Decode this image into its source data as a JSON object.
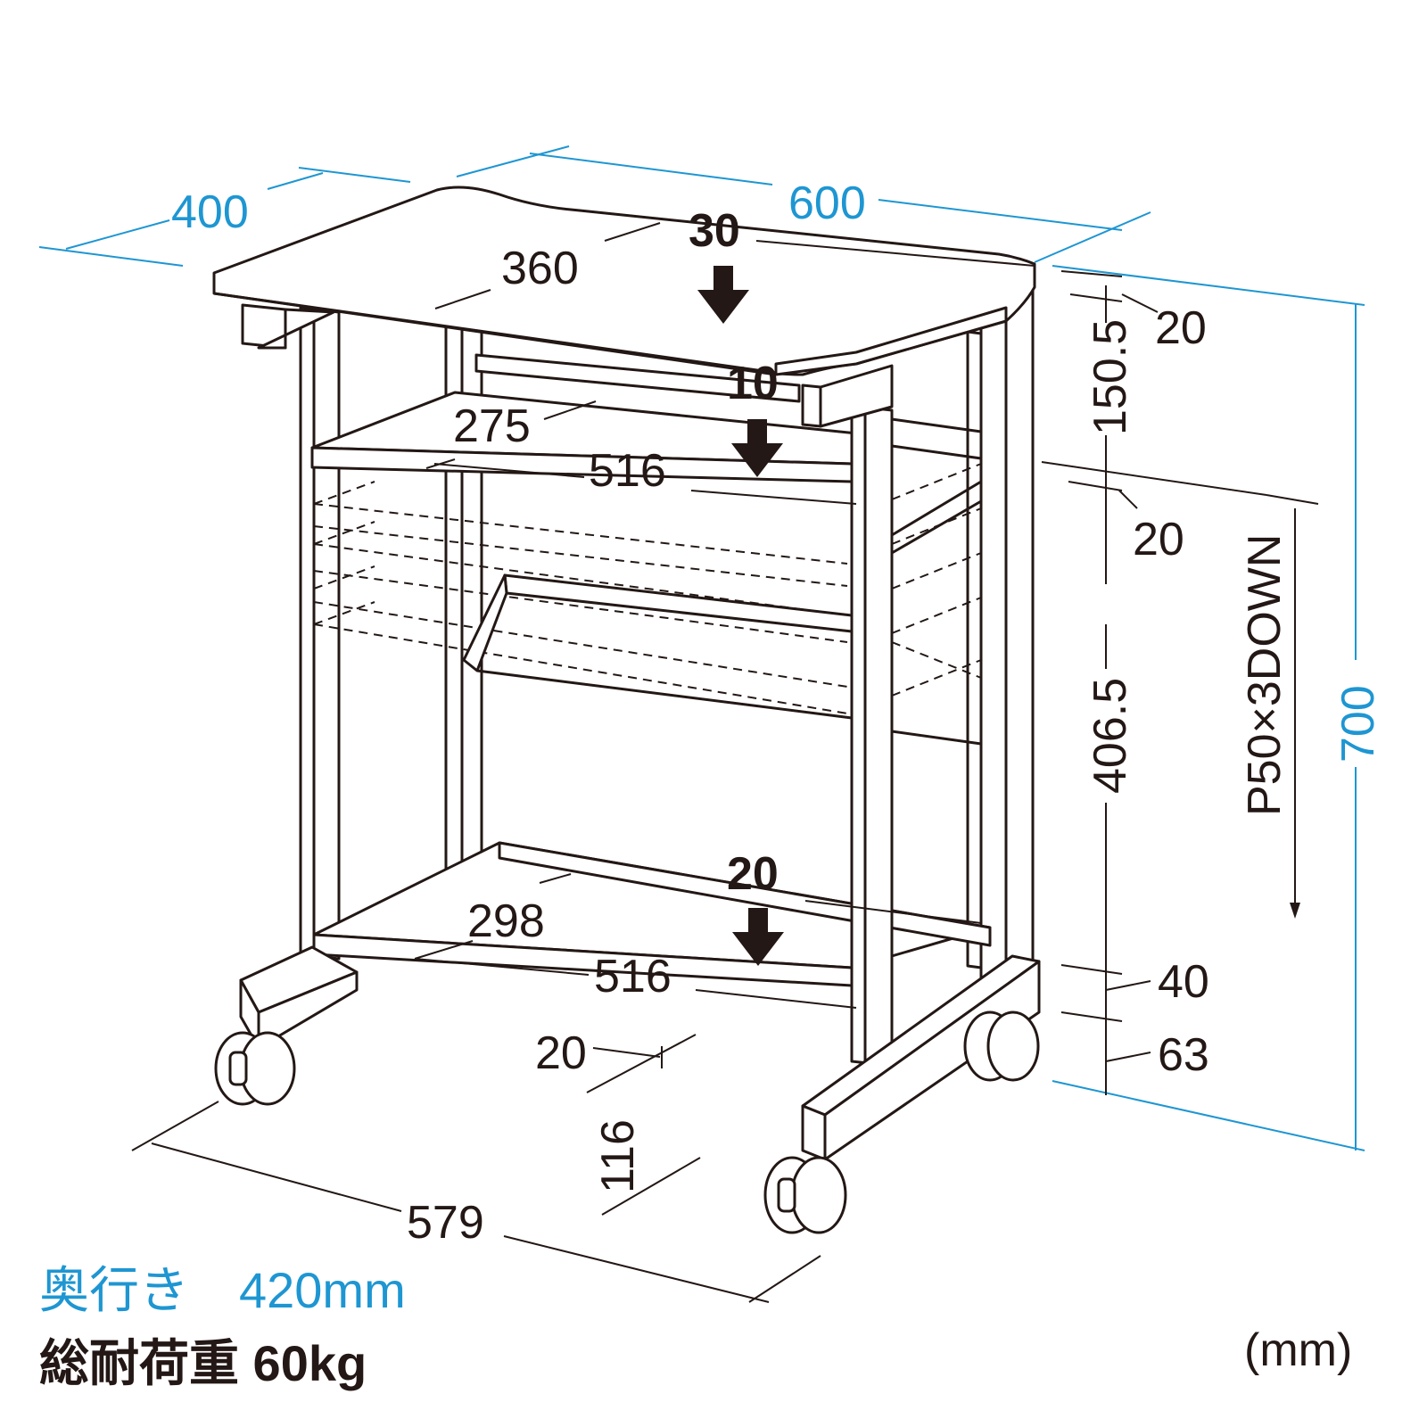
{
  "dimensions": {
    "top_depth": "400",
    "top_width": "600",
    "total_height": "700",
    "top_shelf_depth": "360",
    "top_load": "30",
    "keyboard_depth": "275",
    "keyboard_load": "10",
    "keyboard_width": "516",
    "bottom_depth": "298",
    "bottom_load": "20",
    "bottom_width": "516",
    "top_thickness": "20",
    "upper_gap": "150.5",
    "shelf_thickness": "20",
    "middle_gap": "406.5",
    "adjust_range": "P50×3DOWN",
    "bottom_shelf_height": "40",
    "caster_height": "63",
    "bar_height": "20",
    "base_depth": "116",
    "base_width": "579"
  },
  "captions": {
    "depth": "奥行き　420mm",
    "load": "総耐荷重 60kg",
    "unit": "(mm)"
  },
  "colors": {
    "dimension_blue": "#1e96d2",
    "line_dark": "#231815"
  }
}
